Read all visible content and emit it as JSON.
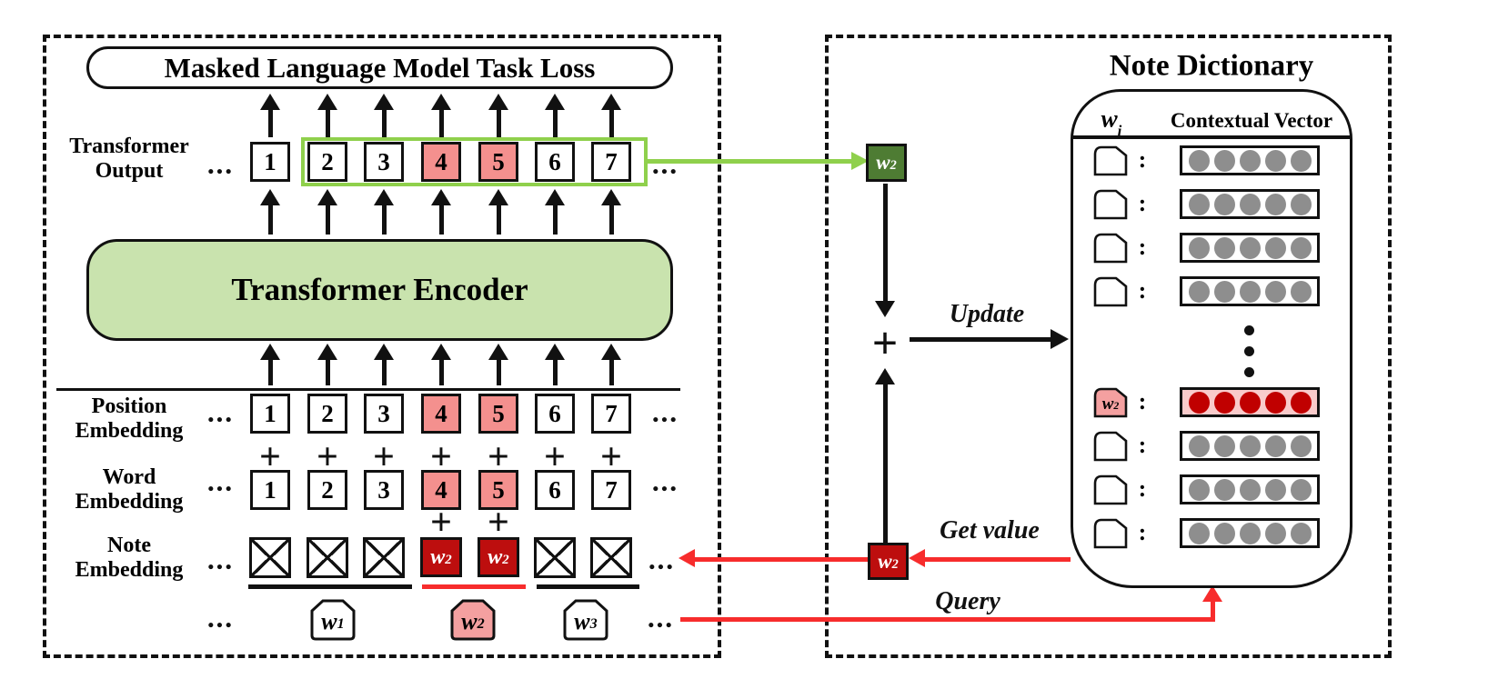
{
  "figure": {
    "left_panel": {
      "loss_box_label": "Masked Language Model Task Loss",
      "encoder_label": "Transformer Encoder",
      "ellipsis": "•••",
      "plus": "+",
      "output_row": {
        "label_line1": "Transformer",
        "label_line2": "Output",
        "tokens": [
          "1",
          "2",
          "3",
          "4",
          "5",
          "6",
          "7"
        ],
        "highlighted_indices": [
          3,
          4
        ]
      },
      "position_row": {
        "label_line1": "Position",
        "label_line2": "Embedding",
        "tokens": [
          "1",
          "2",
          "3",
          "4",
          "5",
          "6",
          "7"
        ],
        "highlighted_indices": [
          3,
          4
        ]
      },
      "word_row": {
        "label_line1": "Word",
        "label_line2": "Embedding",
        "tokens": [
          "1",
          "2",
          "3",
          "4",
          "5",
          "6",
          "7"
        ],
        "highlighted_indices": [
          3,
          4
        ]
      },
      "note_row": {
        "label_line1": "Note",
        "label_line2": "Embedding",
        "cells": [
          {
            "type": "masked"
          },
          {
            "type": "masked"
          },
          {
            "type": "masked"
          },
          {
            "type": "note",
            "base": "w",
            "sub": "2"
          },
          {
            "type": "note",
            "base": "w",
            "sub": "2"
          },
          {
            "type": "masked"
          },
          {
            "type": "masked"
          }
        ]
      },
      "tags": [
        {
          "base": "w",
          "sub": "1",
          "highlighted": false
        },
        {
          "base": "w",
          "sub": "2",
          "highlighted": true
        },
        {
          "base": "w",
          "sub": "3",
          "highlighted": false
        }
      ]
    },
    "connector": {
      "output_chip": {
        "base": "w",
        "sub": "2"
      },
      "value_chip": {
        "base": "w",
        "sub": "2"
      },
      "plus": "+",
      "update_label": "Update",
      "get_value_label": "Get value",
      "query_label": "Query"
    },
    "dictionary": {
      "title": "Note Dictionary",
      "key_header": {
        "base": "w",
        "sub": "i"
      },
      "value_header": "Contextual Vector",
      "separator": ":",
      "dots_per_vector": 5,
      "gap_after_row": 3,
      "rows": [
        {
          "highlighted": false
        },
        {
          "highlighted": false
        },
        {
          "highlighted": false
        },
        {
          "highlighted": false
        },
        {
          "highlighted": true,
          "label": {
            "base": "w",
            "sub": "2"
          }
        },
        {
          "highlighted": false
        },
        {
          "highlighted": false
        },
        {
          "highlighted": false
        }
      ]
    },
    "colors": {
      "token_pink": "#F4908E",
      "tag_pink": "#F4A0A0",
      "note_red": "#BD0E0E",
      "arrow_red": "#F72C2C",
      "row_highlight_pink": "#F9CBCB",
      "vector_dot_red": "#C00000",
      "vector_dot_gray": "#8E8E8E",
      "encoder_green": "#C9E3AE",
      "outline_green": "#8FD04C",
      "chip_green": "#4E7C33"
    }
  }
}
